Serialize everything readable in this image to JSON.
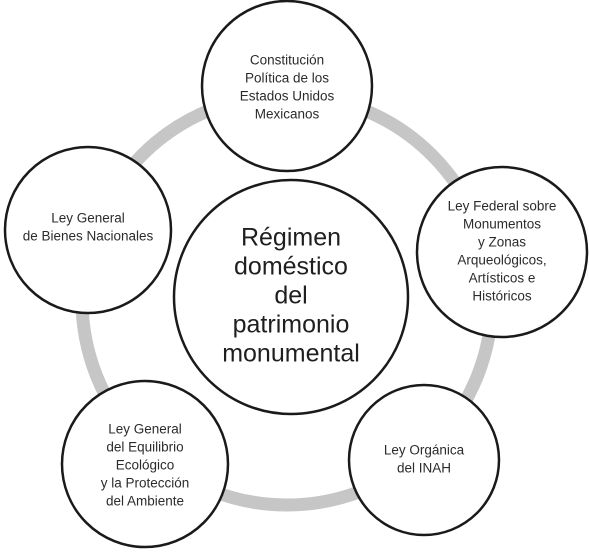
{
  "diagram": {
    "center": {
      "lines": [
        "Régimen",
        "doméstico",
        "del",
        "patrimonio",
        "monumental"
      ]
    },
    "nodes": [
      {
        "id": "constitucion",
        "lines": [
          "Constitución",
          "Política de los",
          "Estados Unidos",
          "Mexicanos"
        ]
      },
      {
        "id": "ley-federal-monumentos",
        "lines": [
          "Ley Federal sobre",
          "Monumentos",
          "y Zonas",
          "Arqueológicos,",
          "Artísticos e",
          "Históricos"
        ]
      },
      {
        "id": "ley-organica-inah",
        "lines": [
          "Ley Orgánica",
          "del INAH"
        ]
      },
      {
        "id": "ley-equilibrio-ecologico",
        "lines": [
          "Ley General",
          "del Equilibrio",
          "Ecológico",
          "y la Protección",
          "del Ambiente"
        ]
      },
      {
        "id": "ley-bienes-nacionales",
        "lines": [
          "Ley General",
          "de Bienes Nacionales"
        ]
      }
    ],
    "colors": {
      "ring": "#c6c6c6",
      "circle_stroke": "#1a1a1a",
      "circle_fill": "#ffffff",
      "text": "#2b2b2b"
    }
  }
}
